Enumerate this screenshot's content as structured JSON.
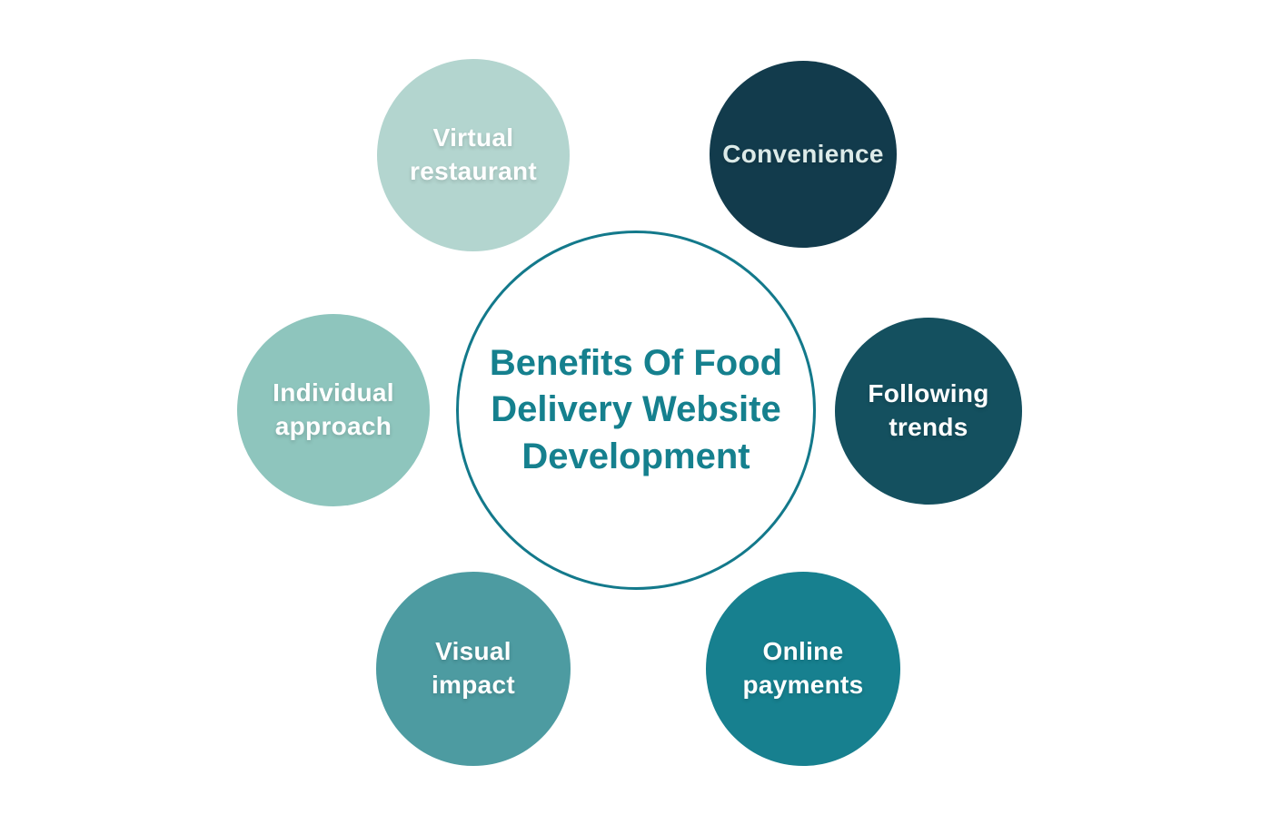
{
  "diagram": {
    "background": "#ffffff",
    "center": {
      "title": "Benefits Of Food Delivery Website Development",
      "bg": "#ffffff",
      "border_color": "#13798b",
      "text_color": "#15808e"
    },
    "satellites": [
      {
        "id": "virtual-restaurant",
        "label": "Virtual restaurant",
        "bg": "#b3d5cf",
        "text_color": "#ffffff"
      },
      {
        "id": "convenience",
        "label": "Convenience",
        "bg": "#123b4c",
        "text_color": "#dceae8"
      },
      {
        "id": "individual-approach",
        "label": "Individual approach",
        "bg": "#8ec5bd",
        "text_color": "#ffffff"
      },
      {
        "id": "following-trends",
        "label": "Following trends",
        "bg": "#14505f",
        "text_color": "#ffffff"
      },
      {
        "id": "visual-impact",
        "label": "Visual impact",
        "bg": "#4d9ba1",
        "text_color": "#ffffff"
      },
      {
        "id": "online-payments",
        "label": "Online payments",
        "bg": "#17808f",
        "text_color": "#ffffff"
      }
    ]
  }
}
